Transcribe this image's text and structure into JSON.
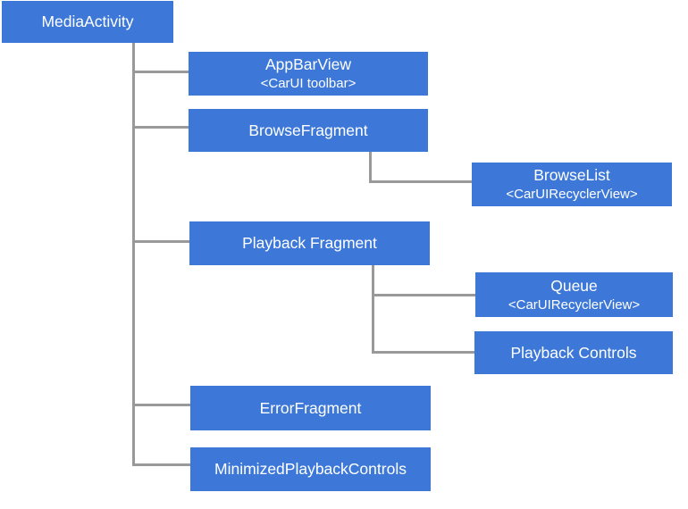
{
  "colors": {
    "background": "#FFFFFF",
    "node_fill": "#3D78D8",
    "node_text": "#FFFFFF",
    "connector": "#999999"
  },
  "nodes": {
    "mediaactivity": {
      "label": "MediaActivity"
    },
    "appbarview": {
      "label": "AppBarView",
      "sublabel": "<CarUI toolbar>"
    },
    "browsefragment": {
      "label": "BrowseFragment"
    },
    "browselist": {
      "label": "BrowseList",
      "sublabel": "<CarUIRecyclerView>"
    },
    "playbackfragment": {
      "label": "Playback Fragment"
    },
    "queue": {
      "label": "Queue",
      "sublabel": "<CarUIRecyclerView>"
    },
    "playbackcontrols": {
      "label": "Playback Controls"
    },
    "errorfragment": {
      "label": "ErrorFragment"
    },
    "minimized": {
      "label": "MinimizedPlaybackControls"
    }
  }
}
